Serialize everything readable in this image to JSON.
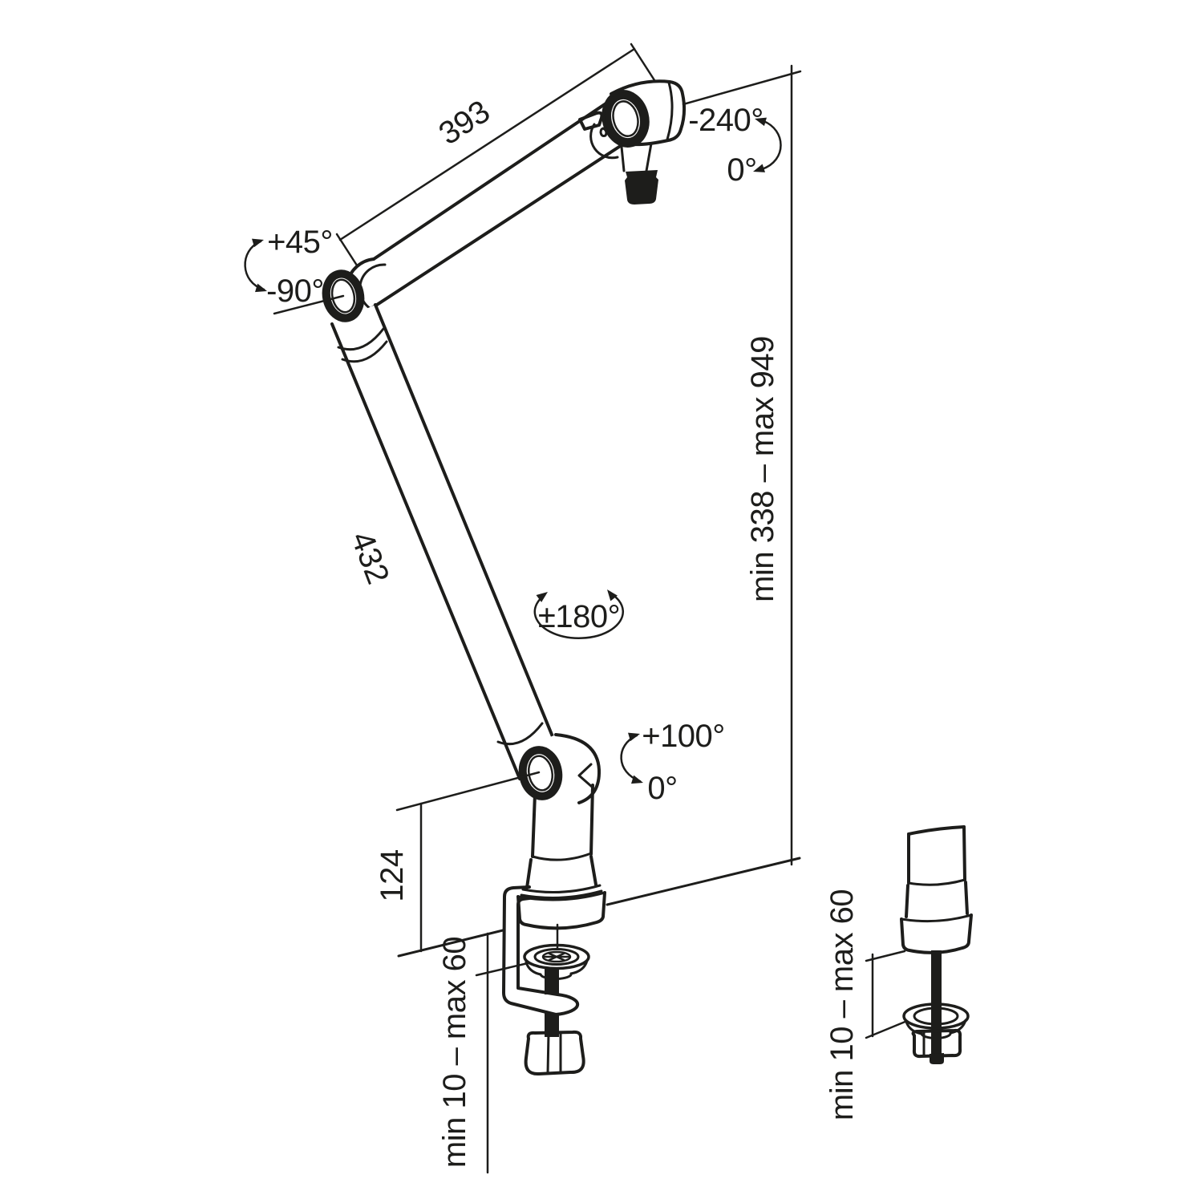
{
  "page": {
    "background": "#ffffff",
    "line_color": "#1d1d1b"
  },
  "diagram": {
    "dimensions": {
      "upper_arm_length": "393",
      "lower_arm_length": "432",
      "riser_height": "124",
      "height_range": "min 338 – max 949",
      "desk_thickness_main": "min 10 – max 60",
      "desk_thickness_detail": "min 10 – max 60"
    },
    "angles": {
      "mic_tilt_max": "-240°",
      "mic_tilt_zero": "0°",
      "elbow_up": "+45°",
      "elbow_down": "-90°",
      "swivel": "±180°",
      "lift_max": "+100°",
      "lift_zero": "0°"
    }
  }
}
